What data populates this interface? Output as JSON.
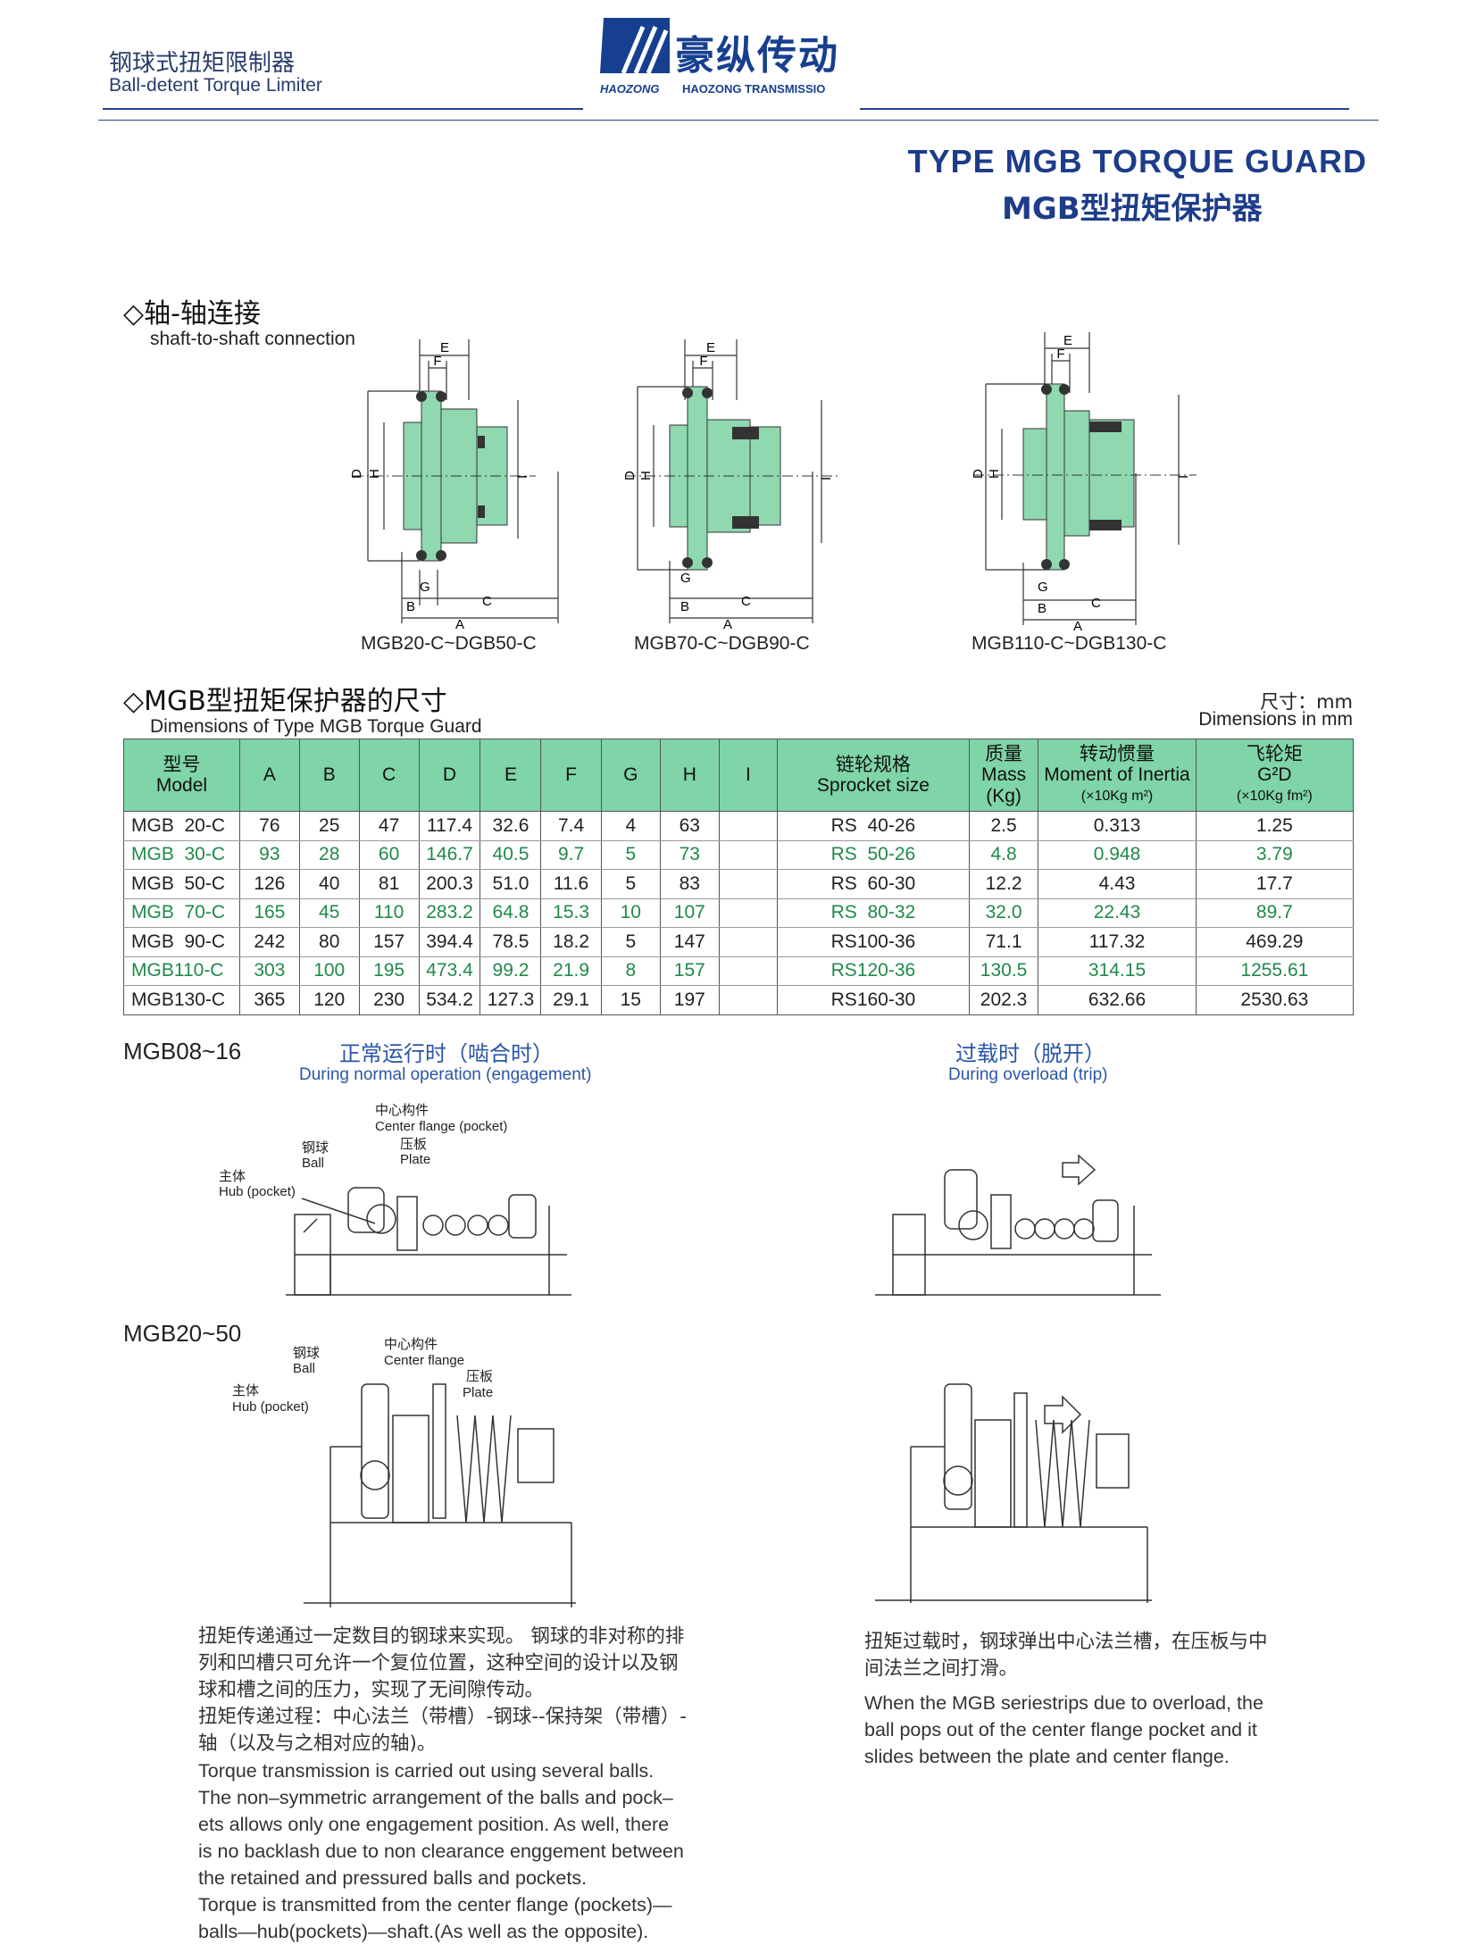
{
  "header": {
    "left_cn": "钢球式扭矩限制器",
    "left_en": "Ball-detent Torque Limiter",
    "brand_cn": "豪纵传动",
    "brand_en1": "HAOZONG",
    "brand_en2": "HAOZONG TRANSMISSIO",
    "colors": {
      "brand": "#163f8f",
      "table_header": "#7fd4a8",
      "alt_row_text": "#1f8a4a"
    }
  },
  "title": {
    "en": "TYPE MGB TORQUE GUARD",
    "cn": "MGB型扭矩保护器"
  },
  "section1": {
    "marker": "◇",
    "title_cn": "轴-轴连接",
    "title_en": "shaft-to-shaft connection",
    "drawings": [
      {
        "caption": "MGB20-C~DGB50-C"
      },
      {
        "caption": "MGB70-C~DGB90-C"
      },
      {
        "caption": "MGB110-C~DGB130-C"
      }
    ],
    "dim_letters": {
      "A": "A",
      "B": "B",
      "C": "C",
      "D": "D",
      "E": "E",
      "F": "F",
      "G": "G",
      "H": "H",
      "I": "I"
    }
  },
  "section2": {
    "marker": "◇",
    "title_cn": "MGB型扭矩保护器的尺寸",
    "title_en": "Dimensions of Type MGB Torque Guard",
    "unit_cn": "尺寸：mm",
    "unit_en": "Dimensions in mm",
    "table": {
      "headers": {
        "model_cn": "型号",
        "model_en": "Model",
        "A": "A",
        "B": "B",
        "C": "C",
        "D": "D",
        "E": "E",
        "F": "F",
        "G": "G",
        "H": "H",
        "I": "I",
        "sprocket_cn": "链轮规格",
        "sprocket_en": "Sprocket size",
        "mass_cn": "质量",
        "mass_en": "Mass",
        "mass_unit": "(Kg)",
        "inertia_cn": "转动惯量",
        "inertia_en": "Moment of Inertia",
        "inertia_unit": "(×10Kg m²)",
        "gd_cn": "飞轮矩",
        "gd_en": "G²D",
        "gd_unit": "(×10Kg fm²)"
      },
      "rows": [
        {
          "model": "MGB  20-C",
          "A": "76",
          "B": "25",
          "C": "47",
          "D": "117.4",
          "E": "32.6",
          "F": "7.4",
          "G": "4",
          "H": "63",
          "I": "",
          "sprocket": "RS  40-26",
          "mass": "2.5",
          "inertia": "0.313",
          "gd": "1.25"
        },
        {
          "model": "MGB  30-C",
          "A": "93",
          "B": "28",
          "C": "60",
          "D": "146.7",
          "E": "40.5",
          "F": "9.7",
          "G": "5",
          "H": "73",
          "I": "",
          "sprocket": "RS  50-26",
          "mass": "4.8",
          "inertia": "0.948",
          "gd": "3.79"
        },
        {
          "model": "MGB  50-C",
          "A": "126",
          "B": "40",
          "C": "81",
          "D": "200.3",
          "E": "51.0",
          "F": "11.6",
          "G": "5",
          "H": "83",
          "I": "",
          "sprocket": "RS  60-30",
          "mass": "12.2",
          "inertia": "4.43",
          "gd": "17.7"
        },
        {
          "model": "MGB  70-C",
          "A": "165",
          "B": "45",
          "C": "110",
          "D": "283.2",
          "E": "64.8",
          "F": "15.3",
          "G": "10",
          "H": "107",
          "I": "",
          "sprocket": "RS  80-32",
          "mass": "32.0",
          "inertia": "22.43",
          "gd": "89.7"
        },
        {
          "model": "MGB  90-C",
          "A": "242",
          "B": "80",
          "C": "157",
          "D": "394.4",
          "E": "78.5",
          "F": "18.2",
          "G": "5",
          "H": "147",
          "I": "",
          "sprocket": "RS100-36",
          "mass": "71.1",
          "inertia": "117.32",
          "gd": "469.29"
        },
        {
          "model": "MGB110-C",
          "A": "303",
          "B": "100",
          "C": "195",
          "D": "473.4",
          "E": "99.2",
          "F": "21.9",
          "G": "8",
          "H": "157",
          "I": "",
          "sprocket": "RS120-36",
          "mass": "130.5",
          "inertia": "314.15",
          "gd": "1255.61"
        },
        {
          "model": "MGB130-C",
          "A": "365",
          "B": "120",
          "C": "230",
          "D": "534.2",
          "E": "127.3",
          "F": "29.1",
          "G": "15",
          "H": "197",
          "I": "",
          "sprocket": "RS160-30",
          "mass": "202.3",
          "inertia": "632.66",
          "gd": "2530.63"
        }
      ]
    }
  },
  "section3": {
    "label_small": "MGB08~16",
    "label_large": "MGB20~50",
    "normal_cn": "正常运行时（啮合时）",
    "normal_en": "During normal operation (engagement)",
    "overload_cn": "过载时（脱开）",
    "overload_en": "During overload (trip)",
    "labels": {
      "center_cn": "中心构件",
      "center_pocket_en": "Center flange (pocket)",
      "center_en": "Center flange",
      "ball_cn": "钢球",
      "ball_en": "Ball",
      "plate_cn": "压板",
      "plate_en": "Plate",
      "hub_cn": "主体",
      "hub_en": "Hub (pocket)"
    }
  },
  "text_left": [
    "扭矩传递通过一定数目的钢球来实现。 钢球的非对称的排",
    "列和凹槽只可允许一个复位位置，这种空间的设计以及钢",
    "球和槽之间的压力，实现了无间隙传动。",
    "扭矩传递过程：中心法兰（带槽）-钢球--保持架（带槽）-",
    "轴（以及与之相对应的轴)。",
    "Torque  transmission  is  carried  out  using several balls.",
    "The non–symmetric arrangement of the balls and pock–",
    "ets allows only one engagement position. As well, there",
    "is no backlash due to non clearance enggement between",
    "the retained and pressured balls and pockets.",
    "Torque is transmitted from the center flange (pockets)—",
    "balls—hub(pockets)—shaft.(As well as the opposite)."
  ],
  "text_right": [
    "扭矩过载时，钢球弹出中心法兰槽，在压板与中",
    "间法兰之间打滑。",
    "When the MGB seriestrips due to overload, the",
    "ball pops out of the center flange pocket and it",
    "slides between the plate and center flange."
  ]
}
